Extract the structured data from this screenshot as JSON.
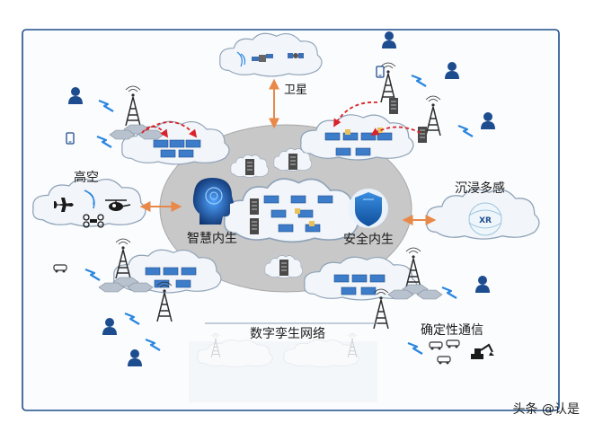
{
  "labels": {
    "satellite": "卫星",
    "high_altitude": "高空",
    "immersive": "沉浸多感",
    "smart_endogenous": "智慧内生",
    "security_endogenous": "安全内生",
    "digital_twin": "数字孪生网络",
    "deterministic": "确定性通信",
    "xr_badge": "XR"
  },
  "watermark": "头条 @认是",
  "colors": {
    "frame": "#1f4e8c",
    "center_ellipse": "#c8c8c8",
    "cloud_fill": "#f2f5f9",
    "cloud_stroke": "#8ea2b8",
    "node_blue": "#3d7cc9",
    "arrow_orange": "#e8894a",
    "arrow_red": "#d9232a",
    "wireless_blue": "#2a86e0",
    "user_navy": "#1e4d8f",
    "shield_blue": "#1a63b8"
  }
}
